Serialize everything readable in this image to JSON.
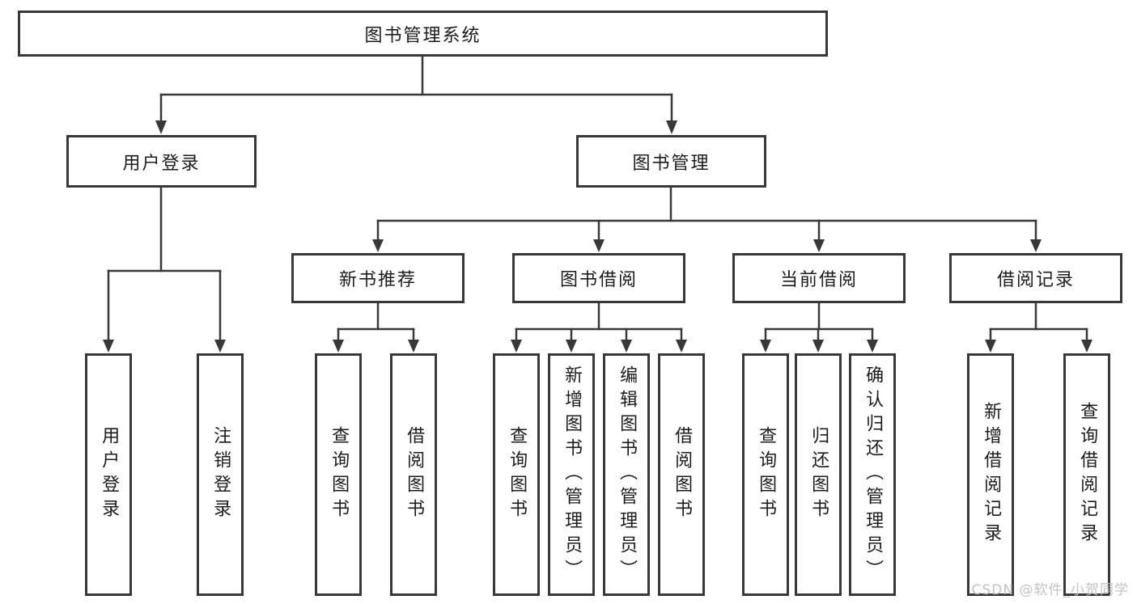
{
  "tree": {
    "label": "图书管理系统",
    "children": [
      {
        "label": "用户登录",
        "children": [
          {
            "label": "用户登录"
          },
          {
            "label": "注销登录"
          }
        ]
      },
      {
        "label": "图书管理",
        "children": [
          {
            "label": "新书推荐",
            "children": [
              {
                "label": "查询图书"
              },
              {
                "label": "借阅图书"
              }
            ]
          },
          {
            "label": "图书借阅",
            "children": [
              {
                "label": "查询图书"
              },
              {
                "label": "新增图书（管理员）"
              },
              {
                "label": "编辑图书（管理员）"
              },
              {
                "label": "借阅图书"
              }
            ]
          },
          {
            "label": "当前借阅",
            "children": [
              {
                "label": "查询图书"
              },
              {
                "label": "归还图书"
              },
              {
                "label": "确认归还（管理员）"
              }
            ]
          },
          {
            "label": "借阅记录",
            "children": [
              {
                "label": "新增借阅记录"
              },
              {
                "label": "查询借阅记录"
              }
            ]
          }
        ]
      }
    ]
  },
  "watermark": {
    "text": "CSDN @软件_小贺同学"
  },
  "colors": {
    "line": "#383838",
    "box_border": "#383838",
    "box_fill": "#ffffff",
    "text": "#1c1c1c",
    "watermark": "#c2c2c2",
    "background": "#ffffff"
  }
}
